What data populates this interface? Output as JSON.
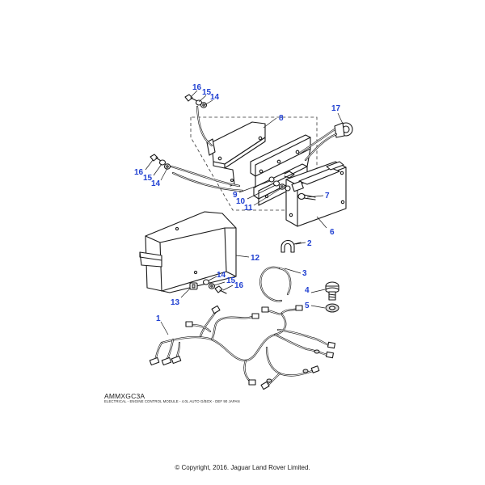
{
  "callouts": {
    "c1": "1",
    "c2": "2",
    "c3": "3",
    "c4": "4",
    "c5": "5",
    "c6": "6",
    "c7": "7",
    "c8": "8",
    "c9": "9",
    "c10": "10",
    "c11": "11",
    "c12": "12",
    "c13": "13",
    "c14a": "14",
    "c14b": "14",
    "c14c": "14",
    "c15a": "15",
    "c15b": "15",
    "c15c": "15",
    "c16a": "16",
    "c16b": "16",
    "c16c": "16",
    "c17": "17"
  },
  "caption": {
    "code": "AMMXGC3A",
    "subtitle": "ELECTRICAL - ENGINE CONTROL MODULE - 4.0L AUTO G/BOX - DEF 90 JAPAN"
  },
  "footer": {
    "copyright": "© Copyright, 2016. Jaguar Land Rover Limited."
  },
  "colors": {
    "callout": "#1f3fd1",
    "line_art": "#1a1a1a"
  }
}
